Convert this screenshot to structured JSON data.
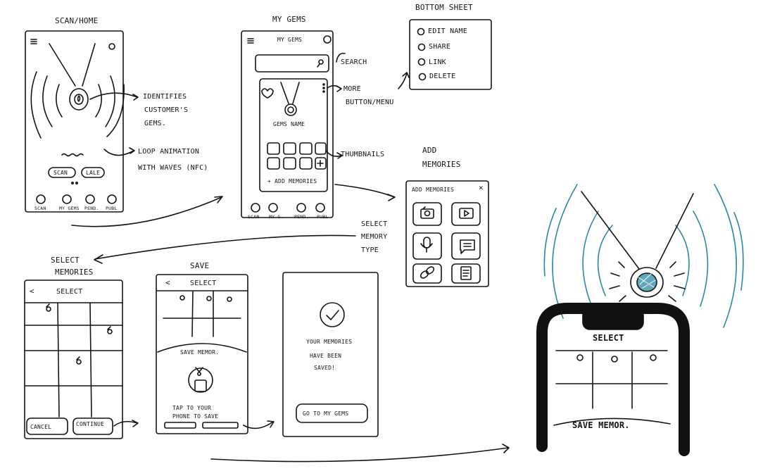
{
  "colors": {
    "ink": "#151515",
    "nfc_waves": "#2a8aa3",
    "phone_body": "#111111"
  },
  "scan_home": {
    "title": "SCAN/HOME",
    "buttons": [
      "SCAN",
      "LALE"
    ],
    "nav": [
      "SCAN",
      "MY GEMS",
      "PEND.",
      "PUBL"
    ],
    "note_identifies": [
      "IDENTIFIES",
      "CUSTOMER'S",
      "GEMS."
    ],
    "note_loop": [
      "LOOP ANIMATION",
      "WITH WAVES (NFC)"
    ]
  },
  "my_gems": {
    "screen_label": "MY GEMS",
    "app_title": "MY GEMS",
    "gem_name": "GEMS NAME",
    "add_memories": "+ ADD MEMORIES",
    "nav": [
      "SCAN",
      "MY G.",
      "PEND.",
      "PUBL"
    ],
    "note_search": "SEARCH",
    "note_more": [
      "MORE",
      "BUTTON/MENU"
    ],
    "note_thumbnails": "THUMBNAILS"
  },
  "bottom_sheet": {
    "title": "BOTTOM SHEET",
    "options": [
      "EDIT NAME",
      "SHARE",
      "LINK",
      "DELETE"
    ]
  },
  "add_memories": {
    "label": [
      "ADD",
      "MEMORIES"
    ],
    "header": "ADD MEMORIES",
    "close": "×",
    "tiles": [
      "camera-icon",
      "video-icon",
      "microphone-icon",
      "message-icon",
      "link-icon",
      "document-icon"
    ],
    "note_select_type": [
      "SELECT",
      "MEMORY",
      "TYPE"
    ]
  },
  "select_memories": {
    "label": [
      "SELECT",
      "MEMORIES"
    ],
    "back": "<",
    "header": "SELECT",
    "cancel": "CANCEL",
    "continue": "CONTINUE"
  },
  "save": {
    "label": "SAVE",
    "back": "<",
    "header": "SELECT",
    "sheet_title": "SAVE MEMOR.",
    "instruction": [
      "TAP TO YOUR",
      "PHONE TO SAVE"
    ]
  },
  "saved": {
    "message": [
      "YOUR MEMORIES",
      "HAVE BEEN",
      "SAVED!"
    ],
    "button": "GO TO MY GEMS"
  },
  "nfc_illustration": {
    "phone_header": "SELECT",
    "phone_sheet": "SAVE MEMOR."
  }
}
